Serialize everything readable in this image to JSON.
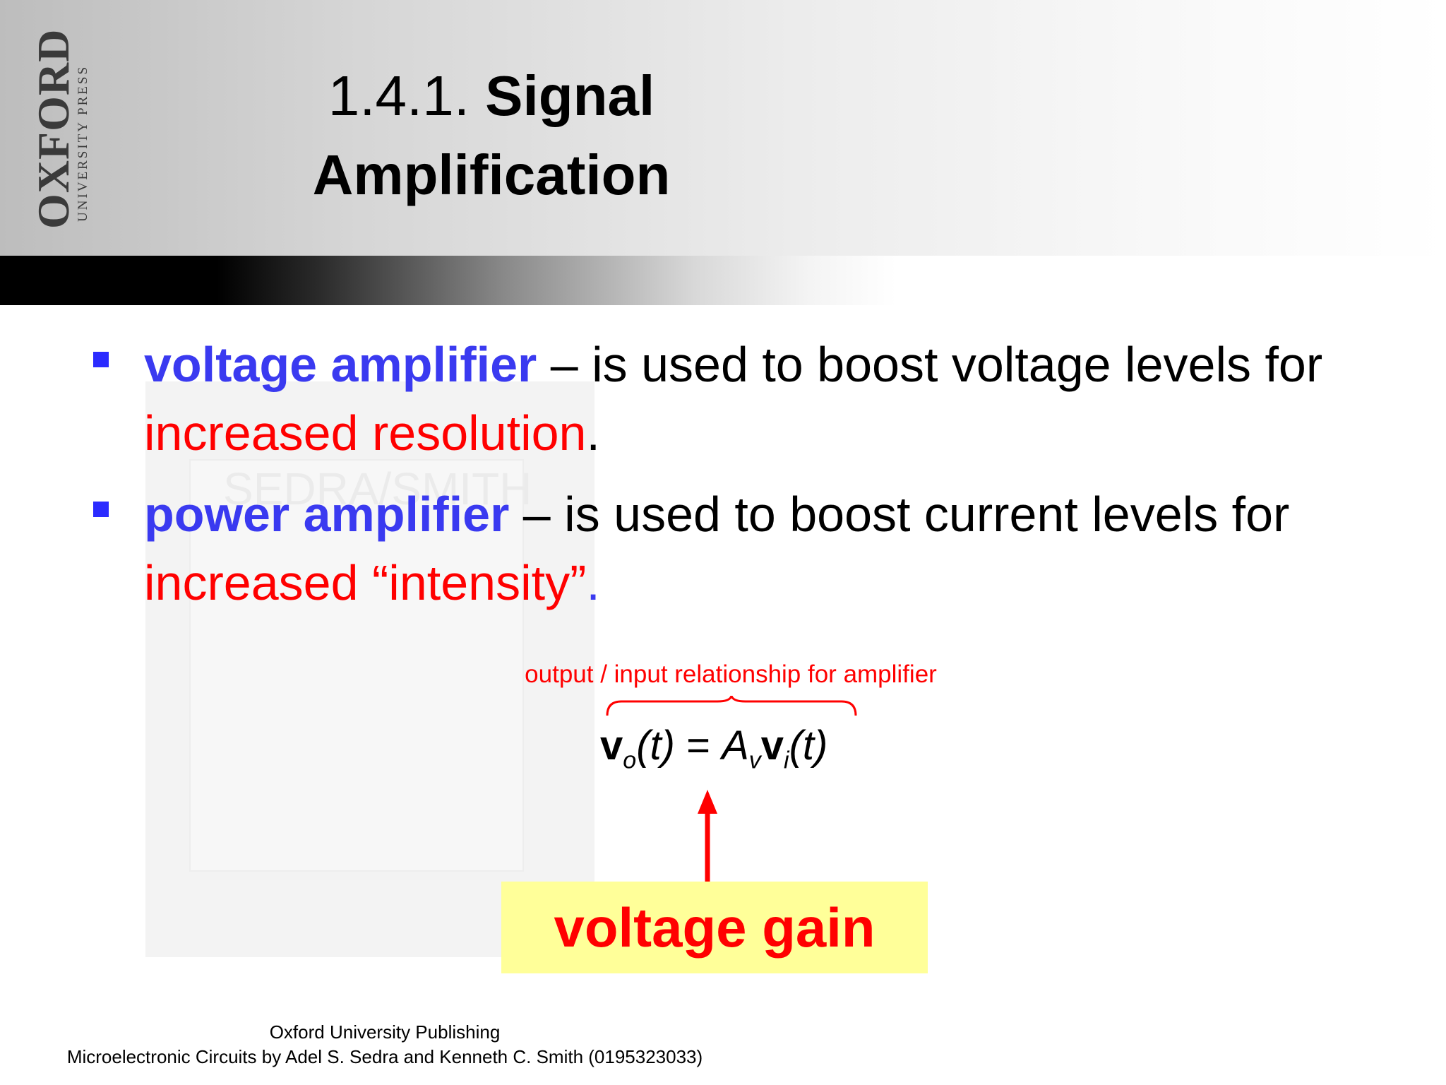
{
  "logo": {
    "main": "OXFORD",
    "sub": "UNIVERSITY PRESS"
  },
  "title": {
    "number": "1.4.1.",
    "text_line1": "Signal",
    "text_line2": "Amplification"
  },
  "background_book": {
    "text": "SEDRA/SMITH"
  },
  "bullets": [
    {
      "term": "voltage amplifier",
      "desc": " – is used to boost voltage levels for ",
      "highlight": "increased resolution",
      "end": "."
    },
    {
      "term": "power amplifier",
      "desc": " – is used to boost current levels for ",
      "highlight": "increased “intensity”",
      "end": "."
    }
  ],
  "equation": {
    "label": "output / input relationship for amplifier",
    "lhs_var": "v",
    "lhs_sub": "o",
    "lhs_arg": "(t)",
    "equals": "=",
    "gain_var": "A",
    "gain_sub": "v",
    "rhs_var": "v",
    "rhs_sub": "i",
    "rhs_arg": "(t)"
  },
  "gain_label": "voltage gain",
  "footer": {
    "line1": "Oxford University Publishing",
    "line2": "Microelectronic Circuits by Adel S. Sedra and Kenneth C. Smith (0195323033)"
  },
  "colors": {
    "term_blue": "#3a3af0",
    "accent_red": "#ff0000",
    "gain_box_yellow": "#ffff99"
  }
}
